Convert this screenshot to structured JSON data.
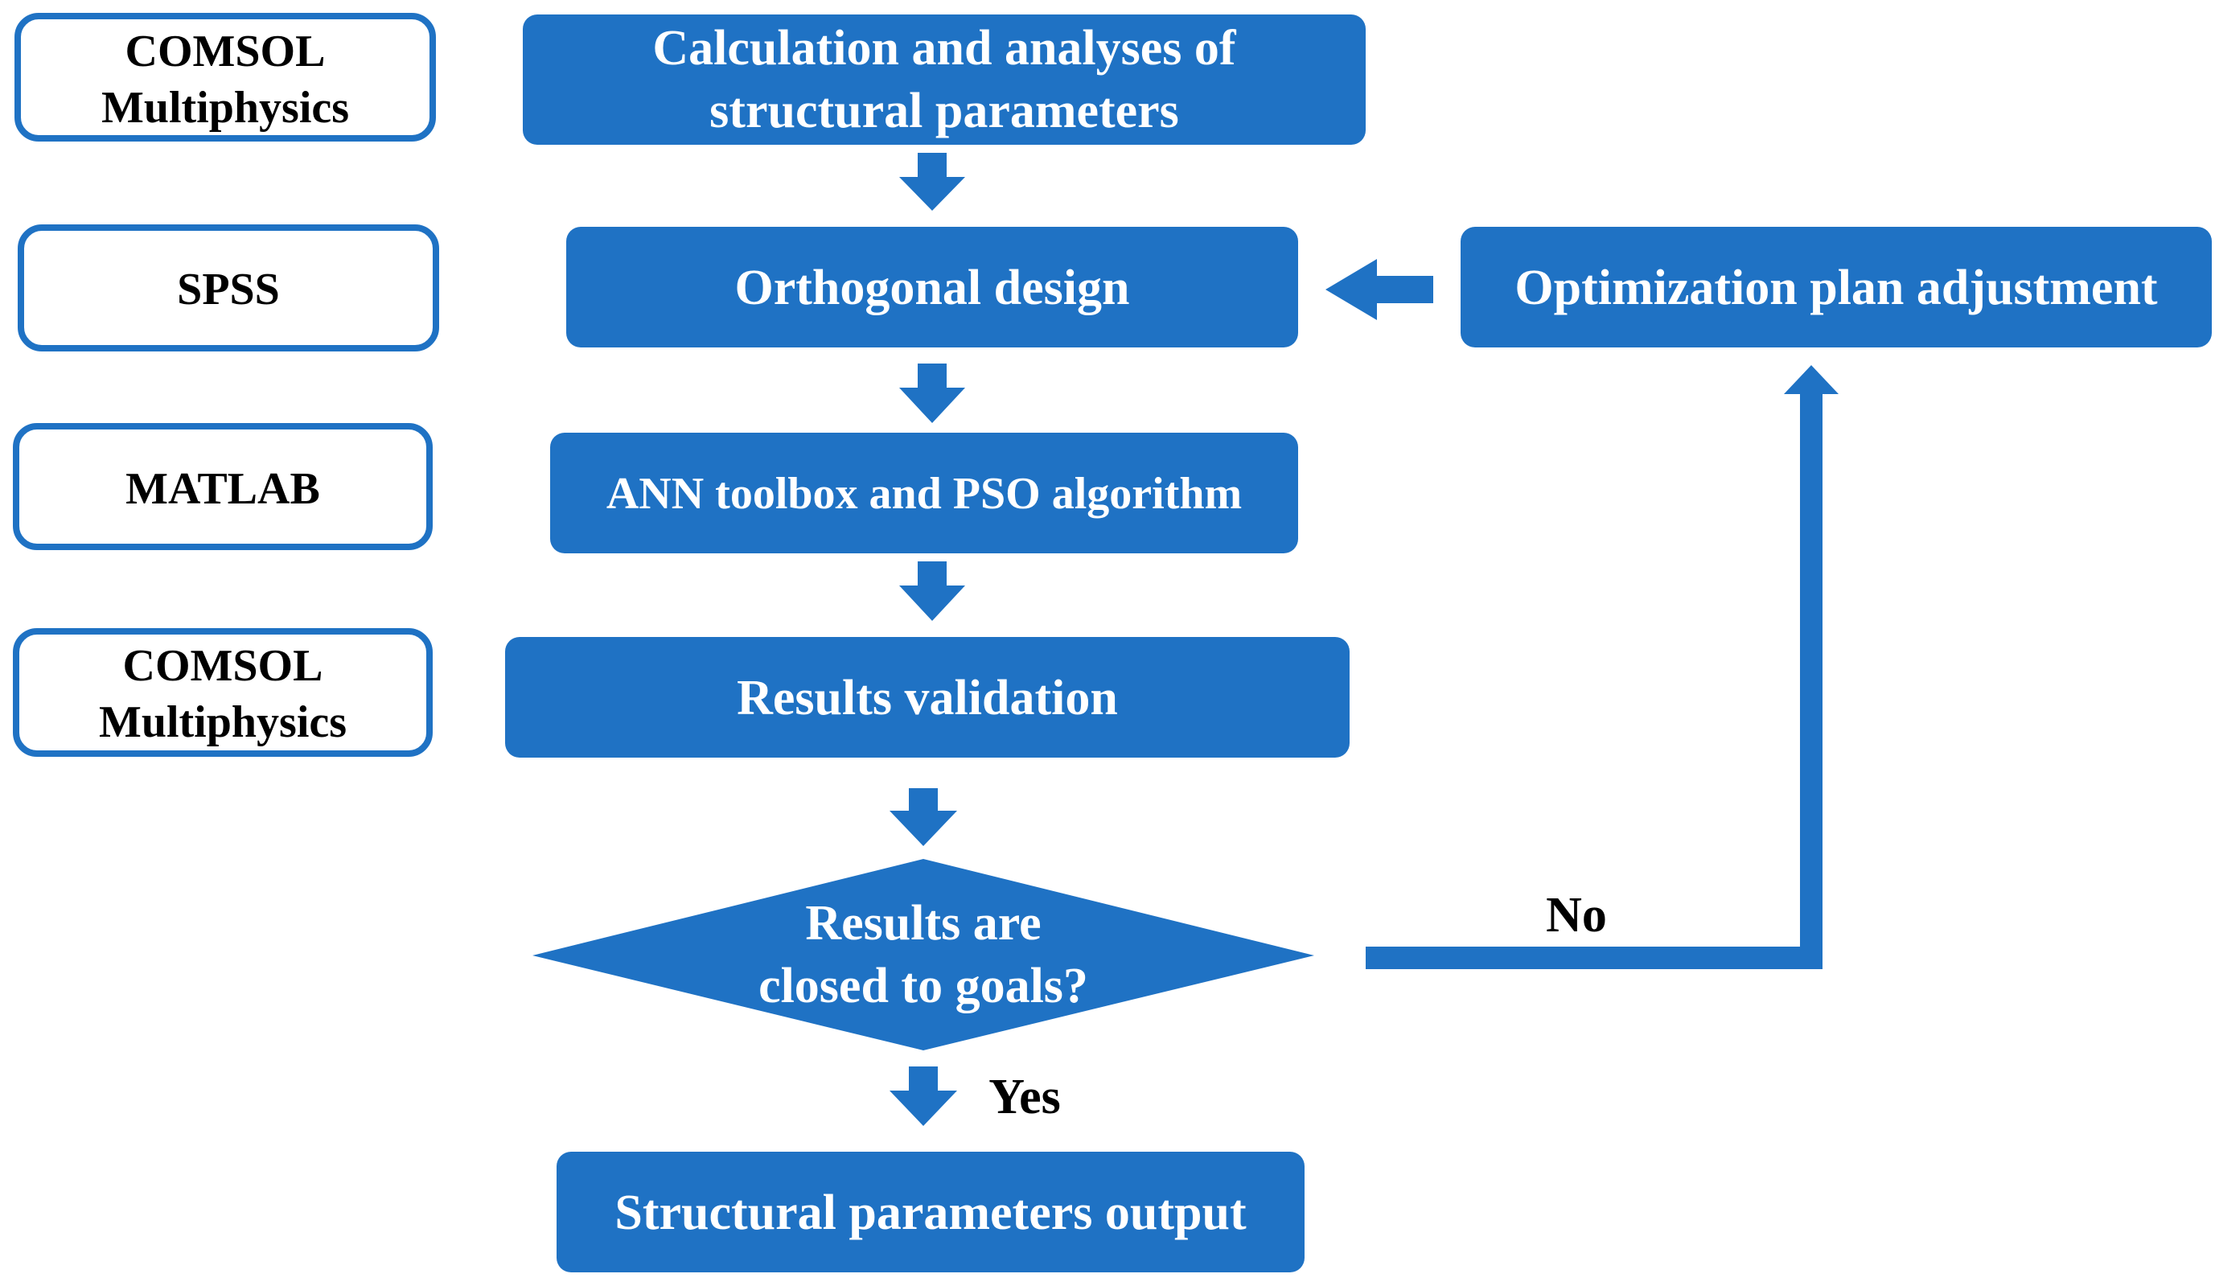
{
  "colors": {
    "accent": "#1f72c4",
    "tool_border": "#1f72c4",
    "text_on_accent": "#ffffff",
    "text": "#000000",
    "background": "#ffffff"
  },
  "tools": {
    "tool_1": [
      "COMSOL",
      "Multiphysics"
    ],
    "tool_2": [
      "SPSS"
    ],
    "tool_3": [
      "MATLAB"
    ],
    "tool_4": [
      "COMSOL",
      "Multiphysics"
    ]
  },
  "steps": {
    "calculation": [
      "Calculation and analyses of",
      "structural parameters"
    ],
    "orthogonal": [
      "Orthogonal design"
    ],
    "ann": [
      "ANN toolbox and PSO algorithm"
    ],
    "validation": [
      "Results validation"
    ],
    "decision": [
      "Results are",
      "closed to goals?"
    ],
    "output": [
      "Structural parameters output"
    ],
    "adjustment": [
      "Optimization plan adjustment"
    ]
  },
  "branches": {
    "no": "No",
    "yes": "Yes"
  }
}
